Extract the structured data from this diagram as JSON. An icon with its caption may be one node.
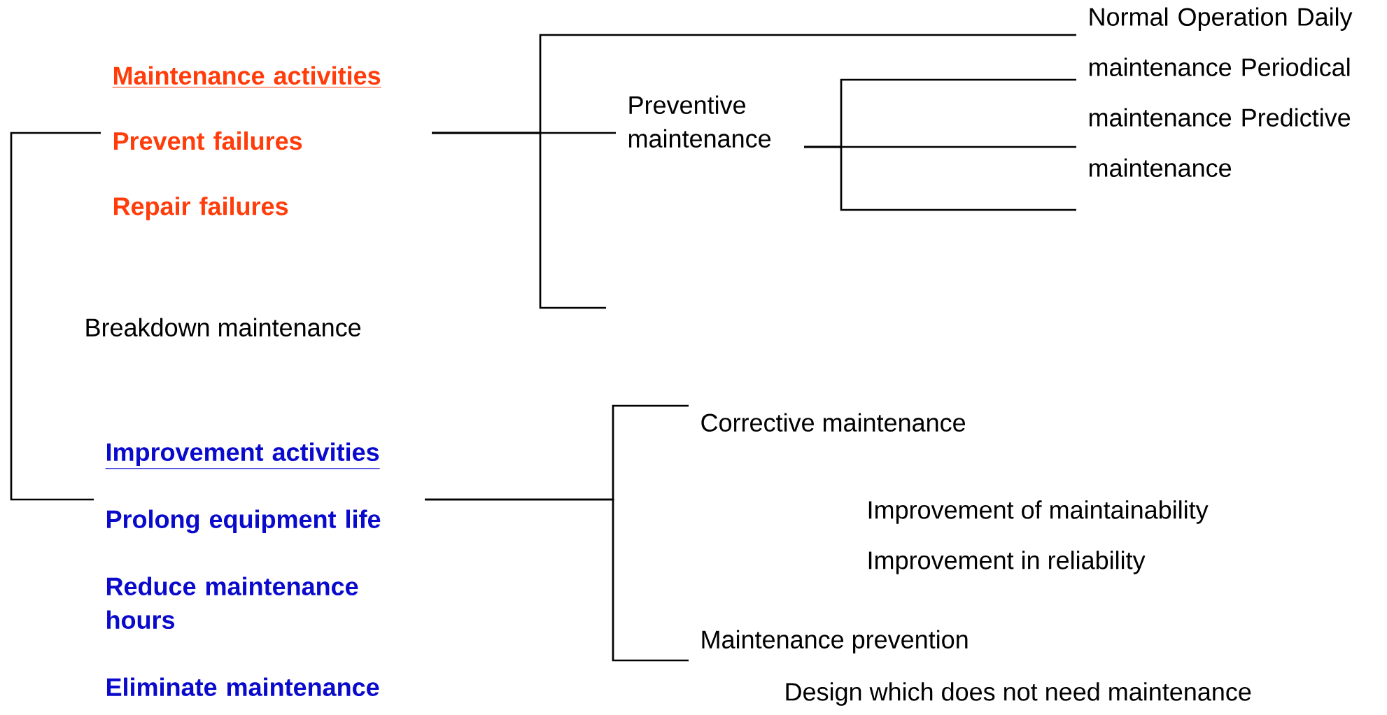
{
  "diagram": {
    "nodes": [
      {
        "text": [
          "Maintenance activities",
          "Prevent failures",
          "Repair failures"
        ]
      },
      {
        "text": [
          "Preventive maintenance"
        ]
      },
      {
        "text": [
          "Breakdown maintenance"
        ]
      },
      {
        "text": [
          "Normal Operation Daily maintenance Periodical maintenance Predictive maintenance"
        ]
      },
      {
        "text": [
          "Improvement activities",
          "Prolong equipment life",
          "Reduce maintenance hours",
          "Eliminate maintenance"
        ]
      },
      {
        "text": [
          "Corrective maintenance"
        ]
      },
      {
        "text": [
          "Maintenance prevention"
        ]
      }
    ],
    "edges": [
      {
        "from": 0,
        "to": 4,
        "arrow": "none"
      },
      {
        "from": 0,
        "to": 3,
        "arrow": "none"
      },
      {
        "from": 0,
        "to": 1,
        "arrow": "none"
      },
      {
        "from": 0,
        "to": null,
        "arrow": "none"
      },
      {
        "from": 1,
        "to": 3,
        "arrow": "none"
      },
      {
        "from": 1,
        "to": 3,
        "arrow": "none"
      },
      {
        "from": 1,
        "to": 3,
        "arrow": "none"
      },
      {
        "from": 4,
        "to": 5,
        "arrow": "none"
      },
      {
        "from": 4,
        "to": 6,
        "arrow": "none"
      }
    ],
    "labels": [
      "Improvement of maintainability",
      "Improvement in reliability",
      "Design which does not need maintenance"
    ]
  }
}
